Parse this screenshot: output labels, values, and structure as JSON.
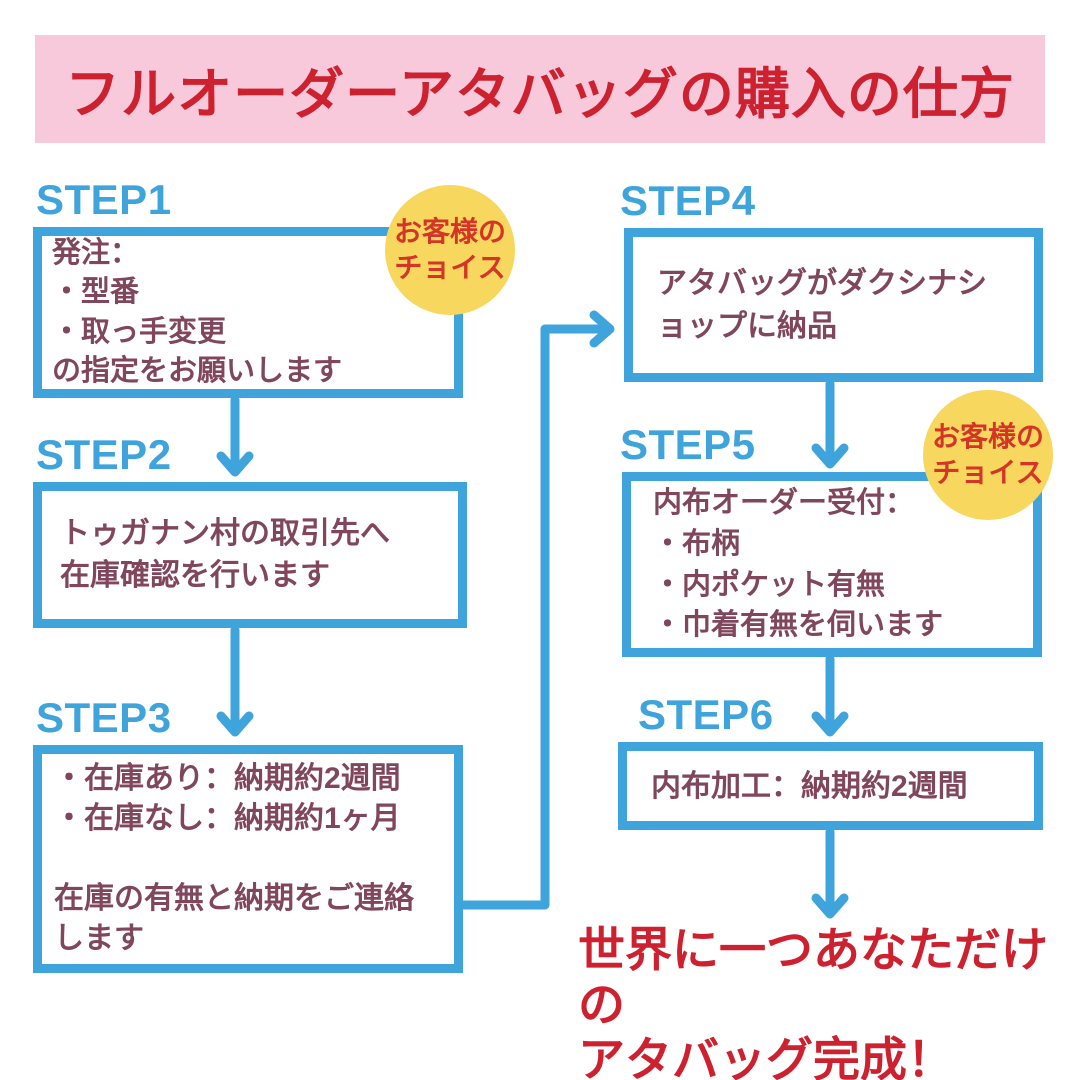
{
  "title": "フルオーダーアタバッグの購入の仕方",
  "badge": {
    "text": "お客様の\nチョイス"
  },
  "steps": [
    {
      "label": "STEP1",
      "text": "発注：\n・型番\n・取っ手変更\nの指定をお願いします"
    },
    {
      "label": "STEP2",
      "text": "トゥガナン村の取引先へ\n在庫確認を行います"
    },
    {
      "label": "STEP3",
      "text": "・在庫あり：納期約2週間\n・在庫なし：納期約1ヶ月\n\n在庫の有無と納期をご連絡\nします"
    },
    {
      "label": "STEP4",
      "text": "アタバッグがダクシナシ\nョップに納品"
    },
    {
      "label": "STEP5",
      "text": "内布オーダー受付：\n・布柄\n・内ポケット有無\n・巾着有無を伺います"
    },
    {
      "label": "STEP6",
      "text": "内布加工：納期約2週間"
    }
  ],
  "final_text": "世界に一つあなただけの\nアタバッグ完成！",
  "colors": {
    "background": "#FFFFFF",
    "banner_pink": "#F8C8DB",
    "title_red": "#CE2130",
    "flow_blue": "#3FA4DC",
    "body_maroon": "#80465C",
    "badge_yellow": "#F8D75E",
    "badge_text_red": "#D43527"
  }
}
